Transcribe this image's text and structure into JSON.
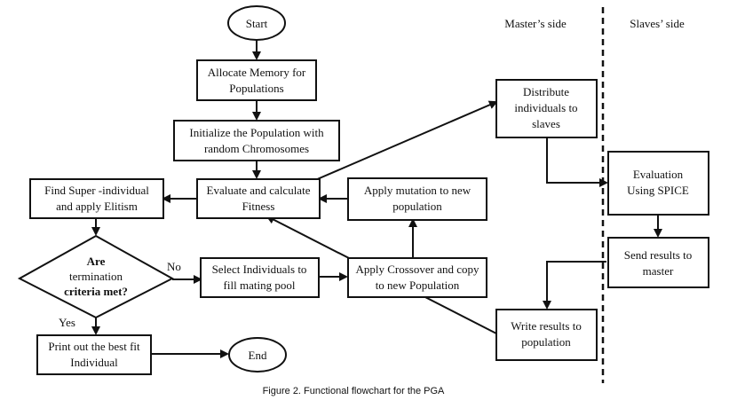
{
  "sides": {
    "master": "Master’s side",
    "slaves": "Slaves’ side"
  },
  "nodes": {
    "start": "Start",
    "allocate": [
      "Allocate Memory for",
      "Populations"
    ],
    "initialize": [
      "Initialize the Population with",
      "random Chromosomes"
    ],
    "evaluate": [
      "Evaluate and calculate",
      "Fitness"
    ],
    "super_individual": [
      "Find Super -individual",
      "and apply Elitism"
    ],
    "mutation": [
      "Apply mutation to new",
      "population"
    ],
    "termination": [
      "Are",
      "termination",
      "criteria met?"
    ],
    "select": [
      "Select Individuals to",
      "fill mating pool"
    ],
    "crossover": [
      "Apply Crossover and copy",
      "to new Population"
    ],
    "print_best": [
      "Print out the best fit",
      "Individual"
    ],
    "end": "End",
    "distribute": [
      "Distribute",
      "individuals to",
      "slaves"
    ],
    "evaluation_spice": [
      "Evaluation",
      "Using SPICE"
    ],
    "send_results": [
      "Send results to",
      "master"
    ],
    "write_results": [
      "Write results to",
      "population"
    ]
  },
  "edge_labels": {
    "no": "No",
    "yes": "Yes"
  },
  "caption": "Figure 2. Functional flowchart for the PGA"
}
